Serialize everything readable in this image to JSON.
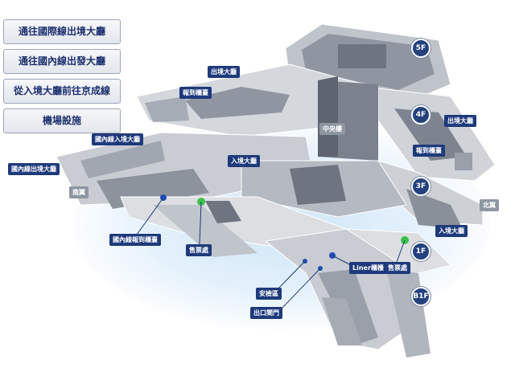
{
  "menu": {
    "items": [
      {
        "label": "通往國際線出境大廳"
      },
      {
        "label": "通往國內線出發大廳"
      },
      {
        "label": "從入境大廳前往京成線"
      },
      {
        "label": "機場設施"
      }
    ]
  },
  "floors": {
    "f5": "5F",
    "f4": "4F",
    "f3": "3F",
    "f1": "1F",
    "b1": "B1F"
  },
  "labels": {
    "dep_hall_top": "出境大廳",
    "checkin_top": "報到櫃臺",
    "dom_arrival": "國內線入境大廳",
    "dom_departure": "國內線出境大廳",
    "south_wing": "南翼",
    "arrival_hall_mid": "入境大廳",
    "central": "中央樓",
    "dep_hall_right": "出境大廳",
    "checkin_right": "報到櫃臺",
    "north_wing": "北翼",
    "arrival_hall_right": "入境大廳",
    "dom_checkin": "國內線報到櫃臺",
    "ticket_left": "售票處",
    "liner": "Liner櫃檯",
    "ticket_right": "售票處",
    "security": "安檢區",
    "exit_gate": "出口閘門"
  },
  "colors": {
    "navy": "#1e3a7b",
    "floor_dark": "#6f7580",
    "floor_mid": "#9aa0aa",
    "floor_light": "#c9ccd2",
    "floor_top": "#e2e4e8",
    "marker_blue": "#1f4fb5",
    "marker_green": "#3cc24a"
  }
}
